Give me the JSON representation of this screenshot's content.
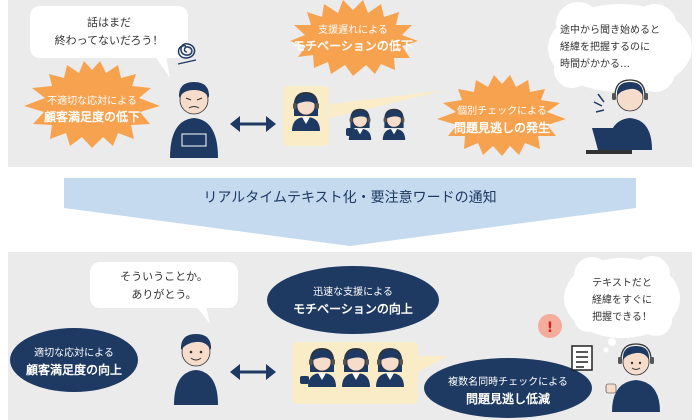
{
  "top": {
    "customer_bubble": [
      "話はまだ",
      "終わってないだろう！"
    ],
    "burst_support_delay": [
      "支援遅れによる",
      "モチベーションの低下"
    ],
    "operator_bubble": [
      "途中から聞き始めると",
      "経緯を把握するのに",
      "時間がかかる…"
    ],
    "burst_satisfaction_down": [
      "不適切な応対による",
      "顧客満足度の低下"
    ],
    "burst_oversight": [
      "個別チェックによる",
      "問題見逃しの発生"
    ]
  },
  "banner": "リアルタイムテキスト化・要注意ワードの通知",
  "bottom": {
    "customer_bubble": [
      "そういうことか。",
      "ありがとう。"
    ],
    "oval_support_fast": [
      "迅速な支援による",
      "モチベーションの向上"
    ],
    "operator_bubble": [
      "テキストだと",
      "経緯をすぐに",
      "把握できる！"
    ],
    "oval_satisfaction_up": [
      "適切な応対による",
      "顧客満足度の向上"
    ],
    "alert_mark": "!",
    "oval_oversight_down": [
      "複数名同時チェックによる",
      "問題見逃し低減"
    ]
  },
  "colors": {
    "panel": "#ebebeb",
    "burst": "#f7a24f",
    "navy": "#1e3a63",
    "arrow": "#c5d9ef",
    "highlight": "#fbecc8",
    "alert": "#f4ac9c",
    "alert_text": "#d21f1f"
  },
  "icons": [
    "confused-scribble-icon",
    "double-arrow-icon",
    "document-icon",
    "headset-icon",
    "laptop-icon",
    "sweat-drop-icon"
  ]
}
